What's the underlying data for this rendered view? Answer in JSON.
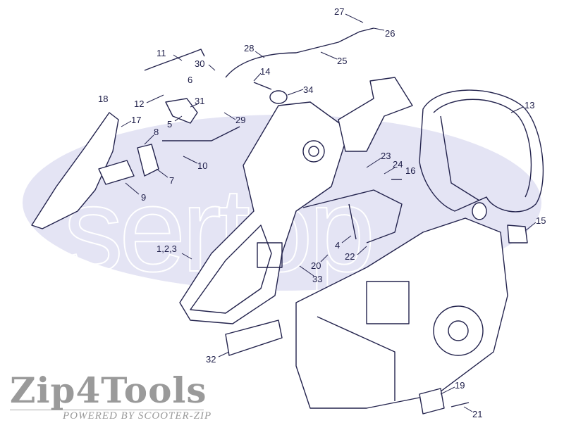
{
  "watermark": "sertop",
  "logo": {
    "name": "Zip4Tools",
    "tagline": "POWERED BY SCOOTER-ZIP"
  },
  "labels": [
    "27",
    "26",
    "28",
    "25",
    "11",
    "30",
    "14",
    "6",
    "34",
    "31",
    "12",
    "18",
    "29",
    "5",
    "17",
    "8",
    "13",
    "10",
    "7",
    "23",
    "24",
    "16",
    "9",
    "15",
    "1,2,3",
    "4",
    "22",
    "20",
    "33",
    "32",
    "19",
    "21"
  ],
  "colors": {
    "ink": "#1d1d48",
    "watermark": "#e4e4f4",
    "logo": "#9a9a9a"
  }
}
